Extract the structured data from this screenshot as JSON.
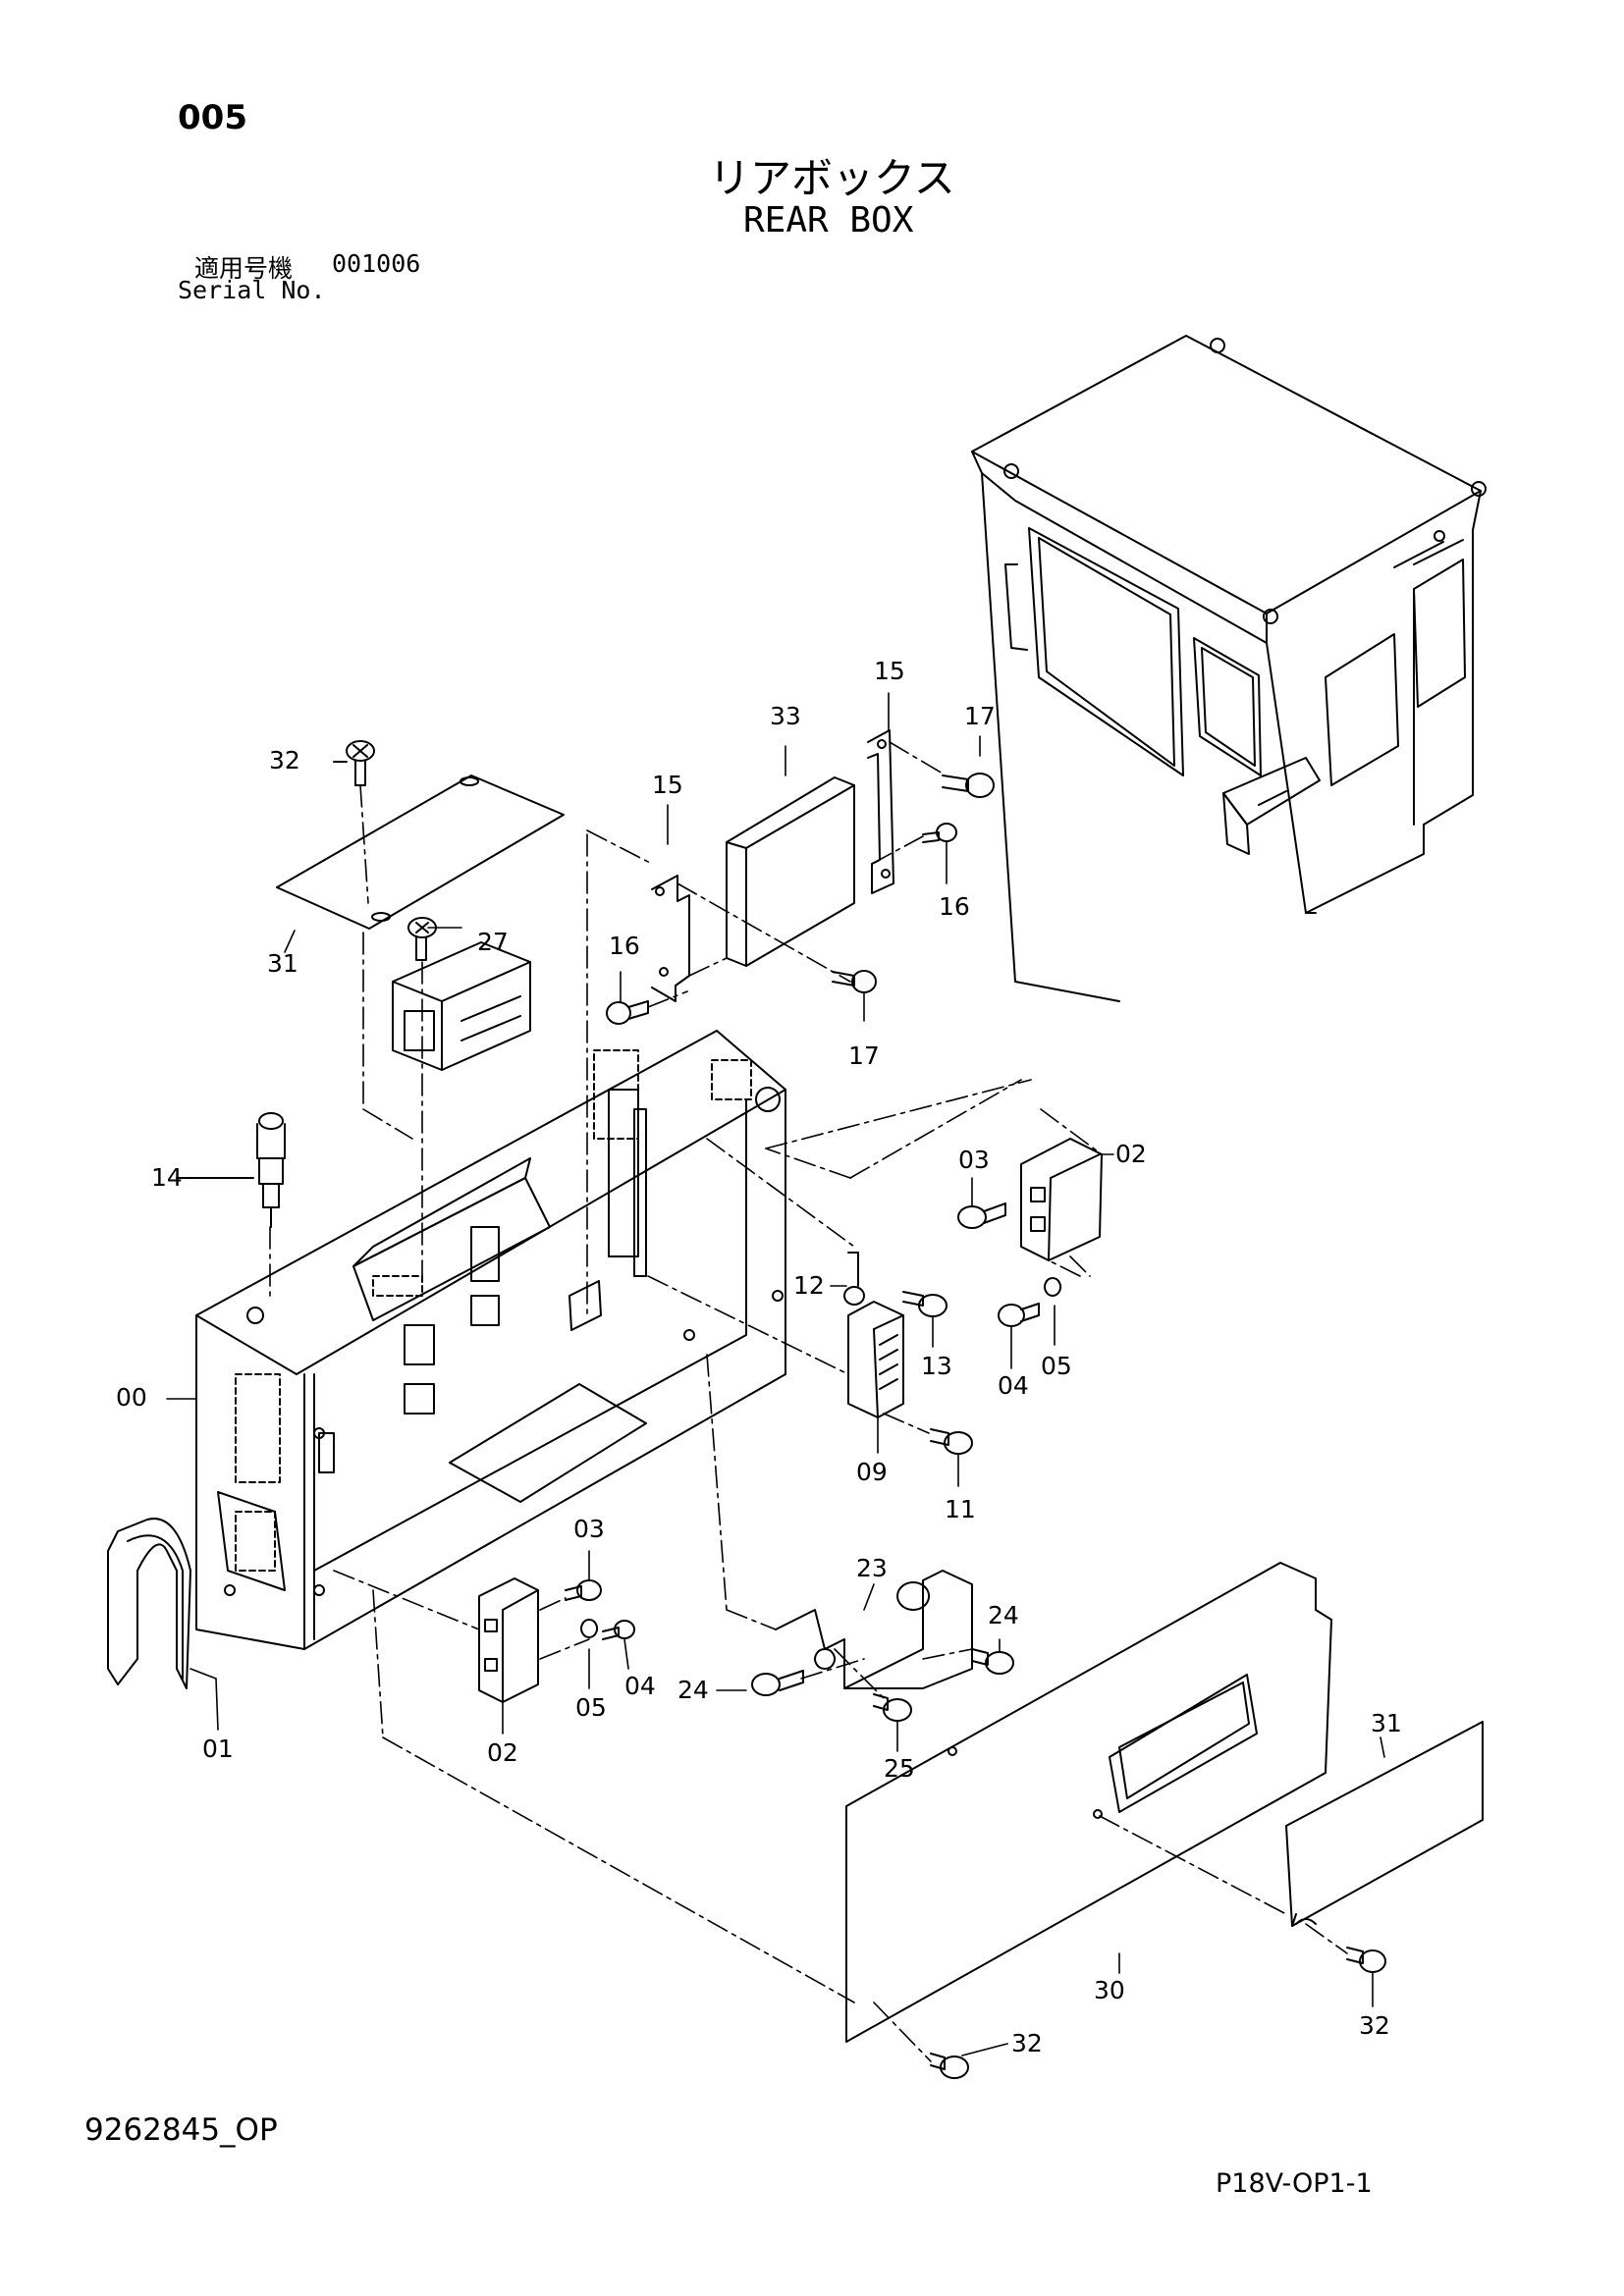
{
  "header": {
    "page_code": "005",
    "title_jp": "リアボックス",
    "title_en": "REAR BOX",
    "serial_label_jp": "適用号機",
    "serial_value": "001006",
    "serial_label_en": "Serial No."
  },
  "footer": {
    "document_number": "9262845_OP",
    "sheet_number": "P18V-OP1-1"
  },
  "diagram": {
    "labels": [
      "32",
      "31",
      "27",
      "15",
      "33",
      "15",
      "17",
      "16",
      "16",
      "17",
      "14",
      "03",
      "02",
      "12",
      "13",
      "04",
      "05",
      "00",
      "09",
      "11",
      "23",
      "24",
      "03",
      "04",
      "24",
      "02",
      "05",
      "25",
      "01",
      "31",
      "30",
      "32",
      "32"
    ]
  }
}
